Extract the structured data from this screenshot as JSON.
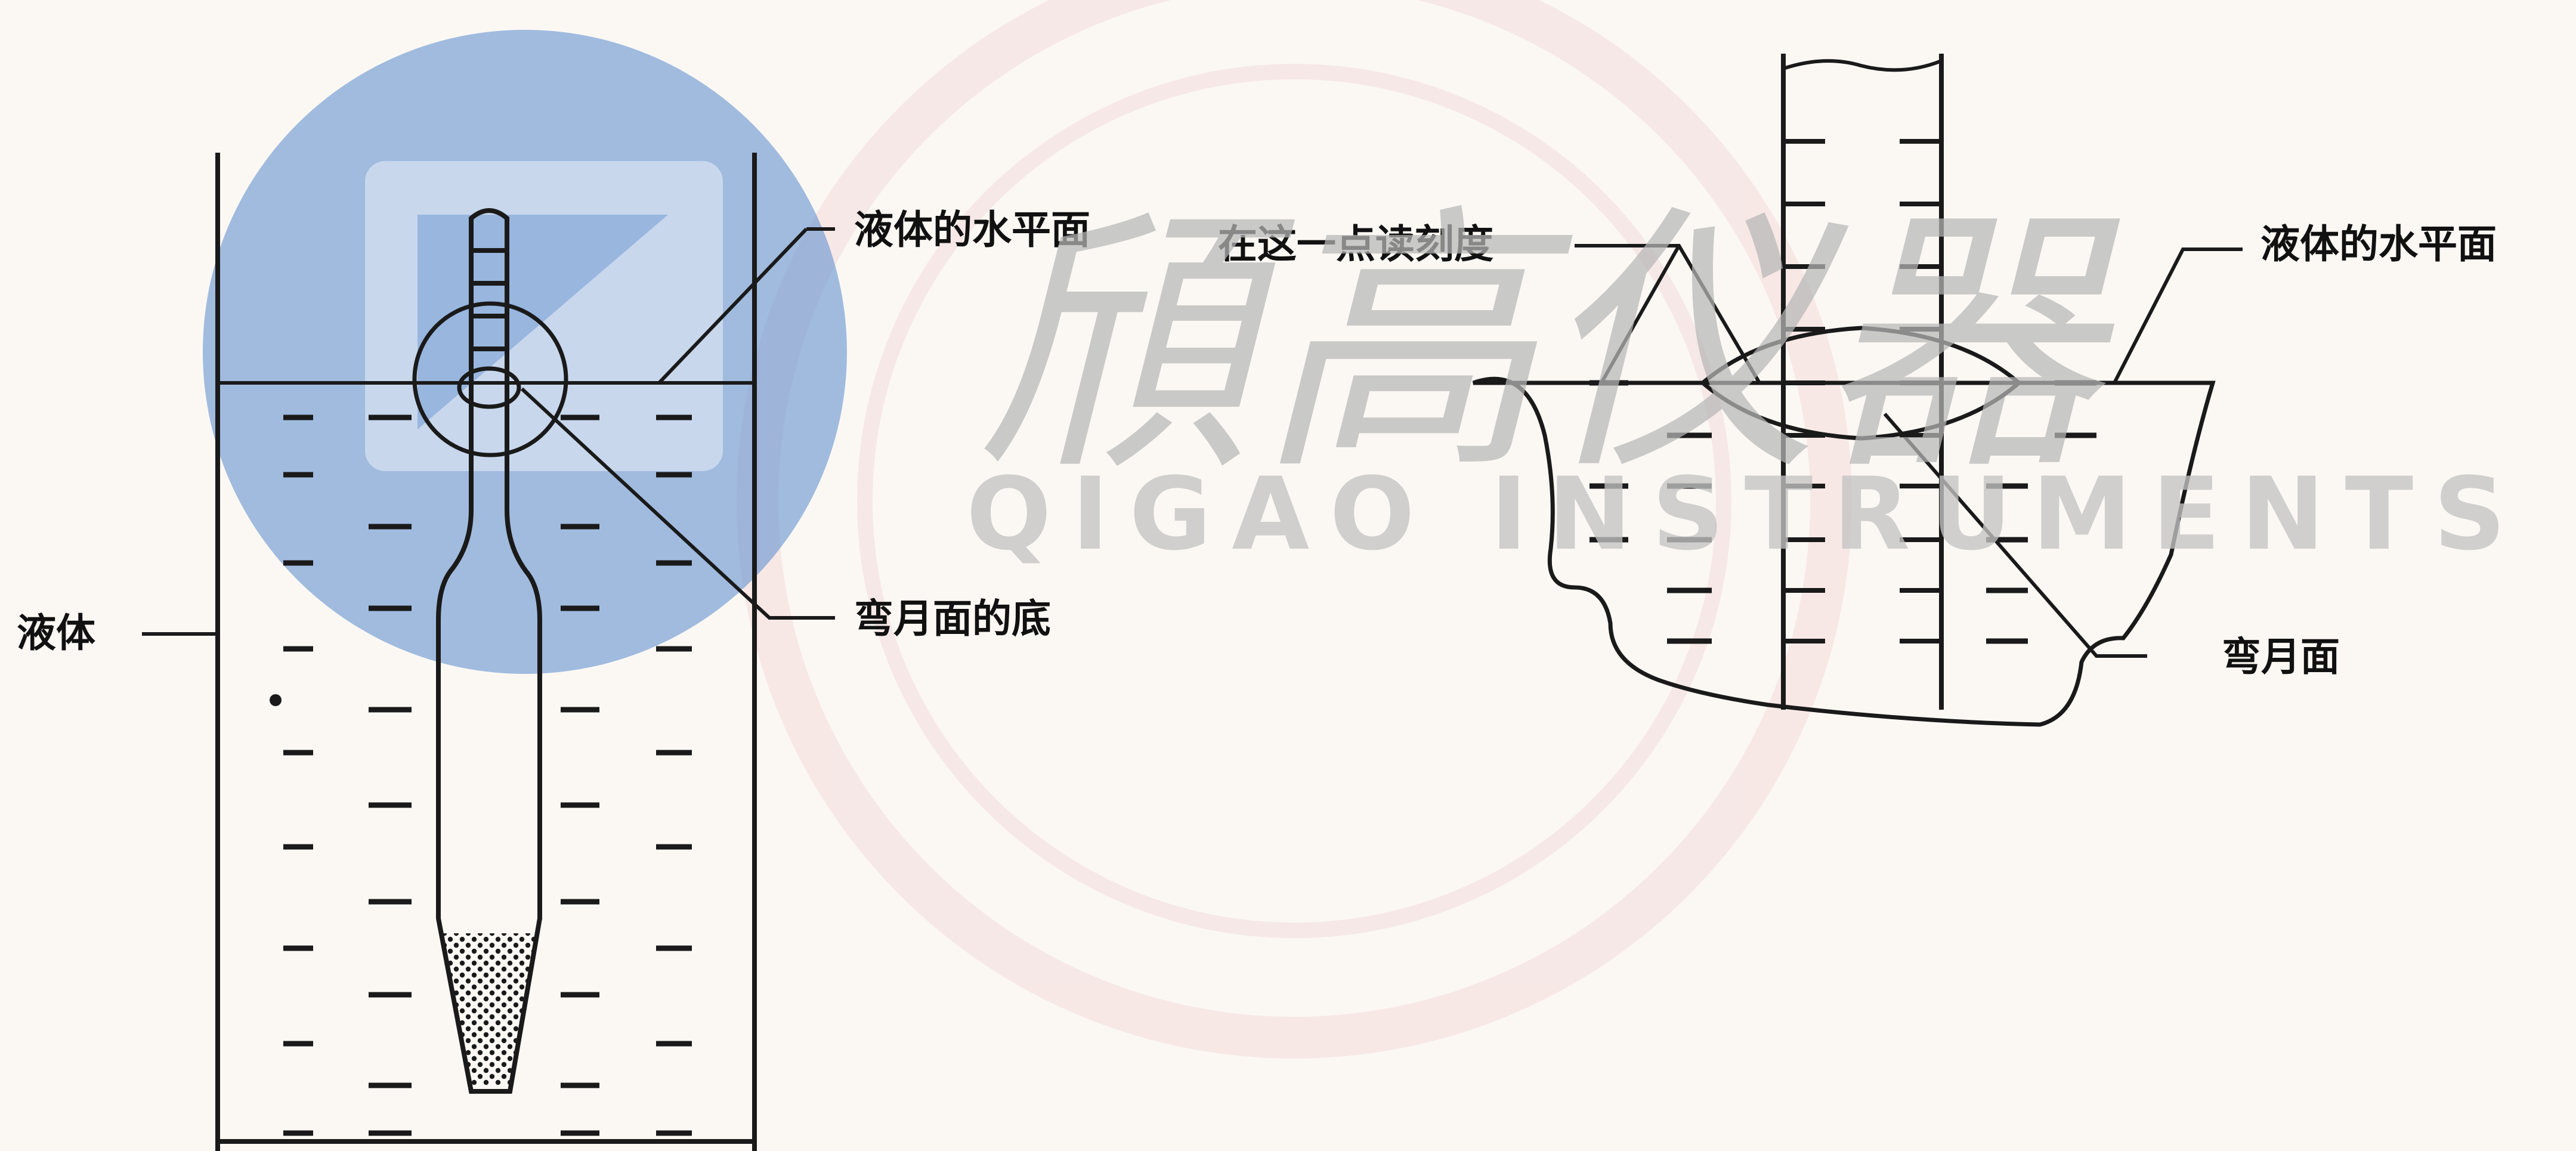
{
  "labels": {
    "liquid_surface_left": "液体的水平面",
    "meniscus_bottom": "弯月面的底",
    "liquid": "液体",
    "read_scale_here": "在这一点读刻度",
    "liquid_surface_right": "液体的水平面",
    "meniscus": "弯月面"
  },
  "watermark": {
    "chinese": "頎高仪器",
    "latin": "QIGAO INSTRUMENTS"
  },
  "colors": {
    "ink": "#1a1a1a",
    "paper": "#fbf8f4",
    "logo_blue": "#5e8fcf",
    "stamp_pink": "#e7b1b8"
  }
}
